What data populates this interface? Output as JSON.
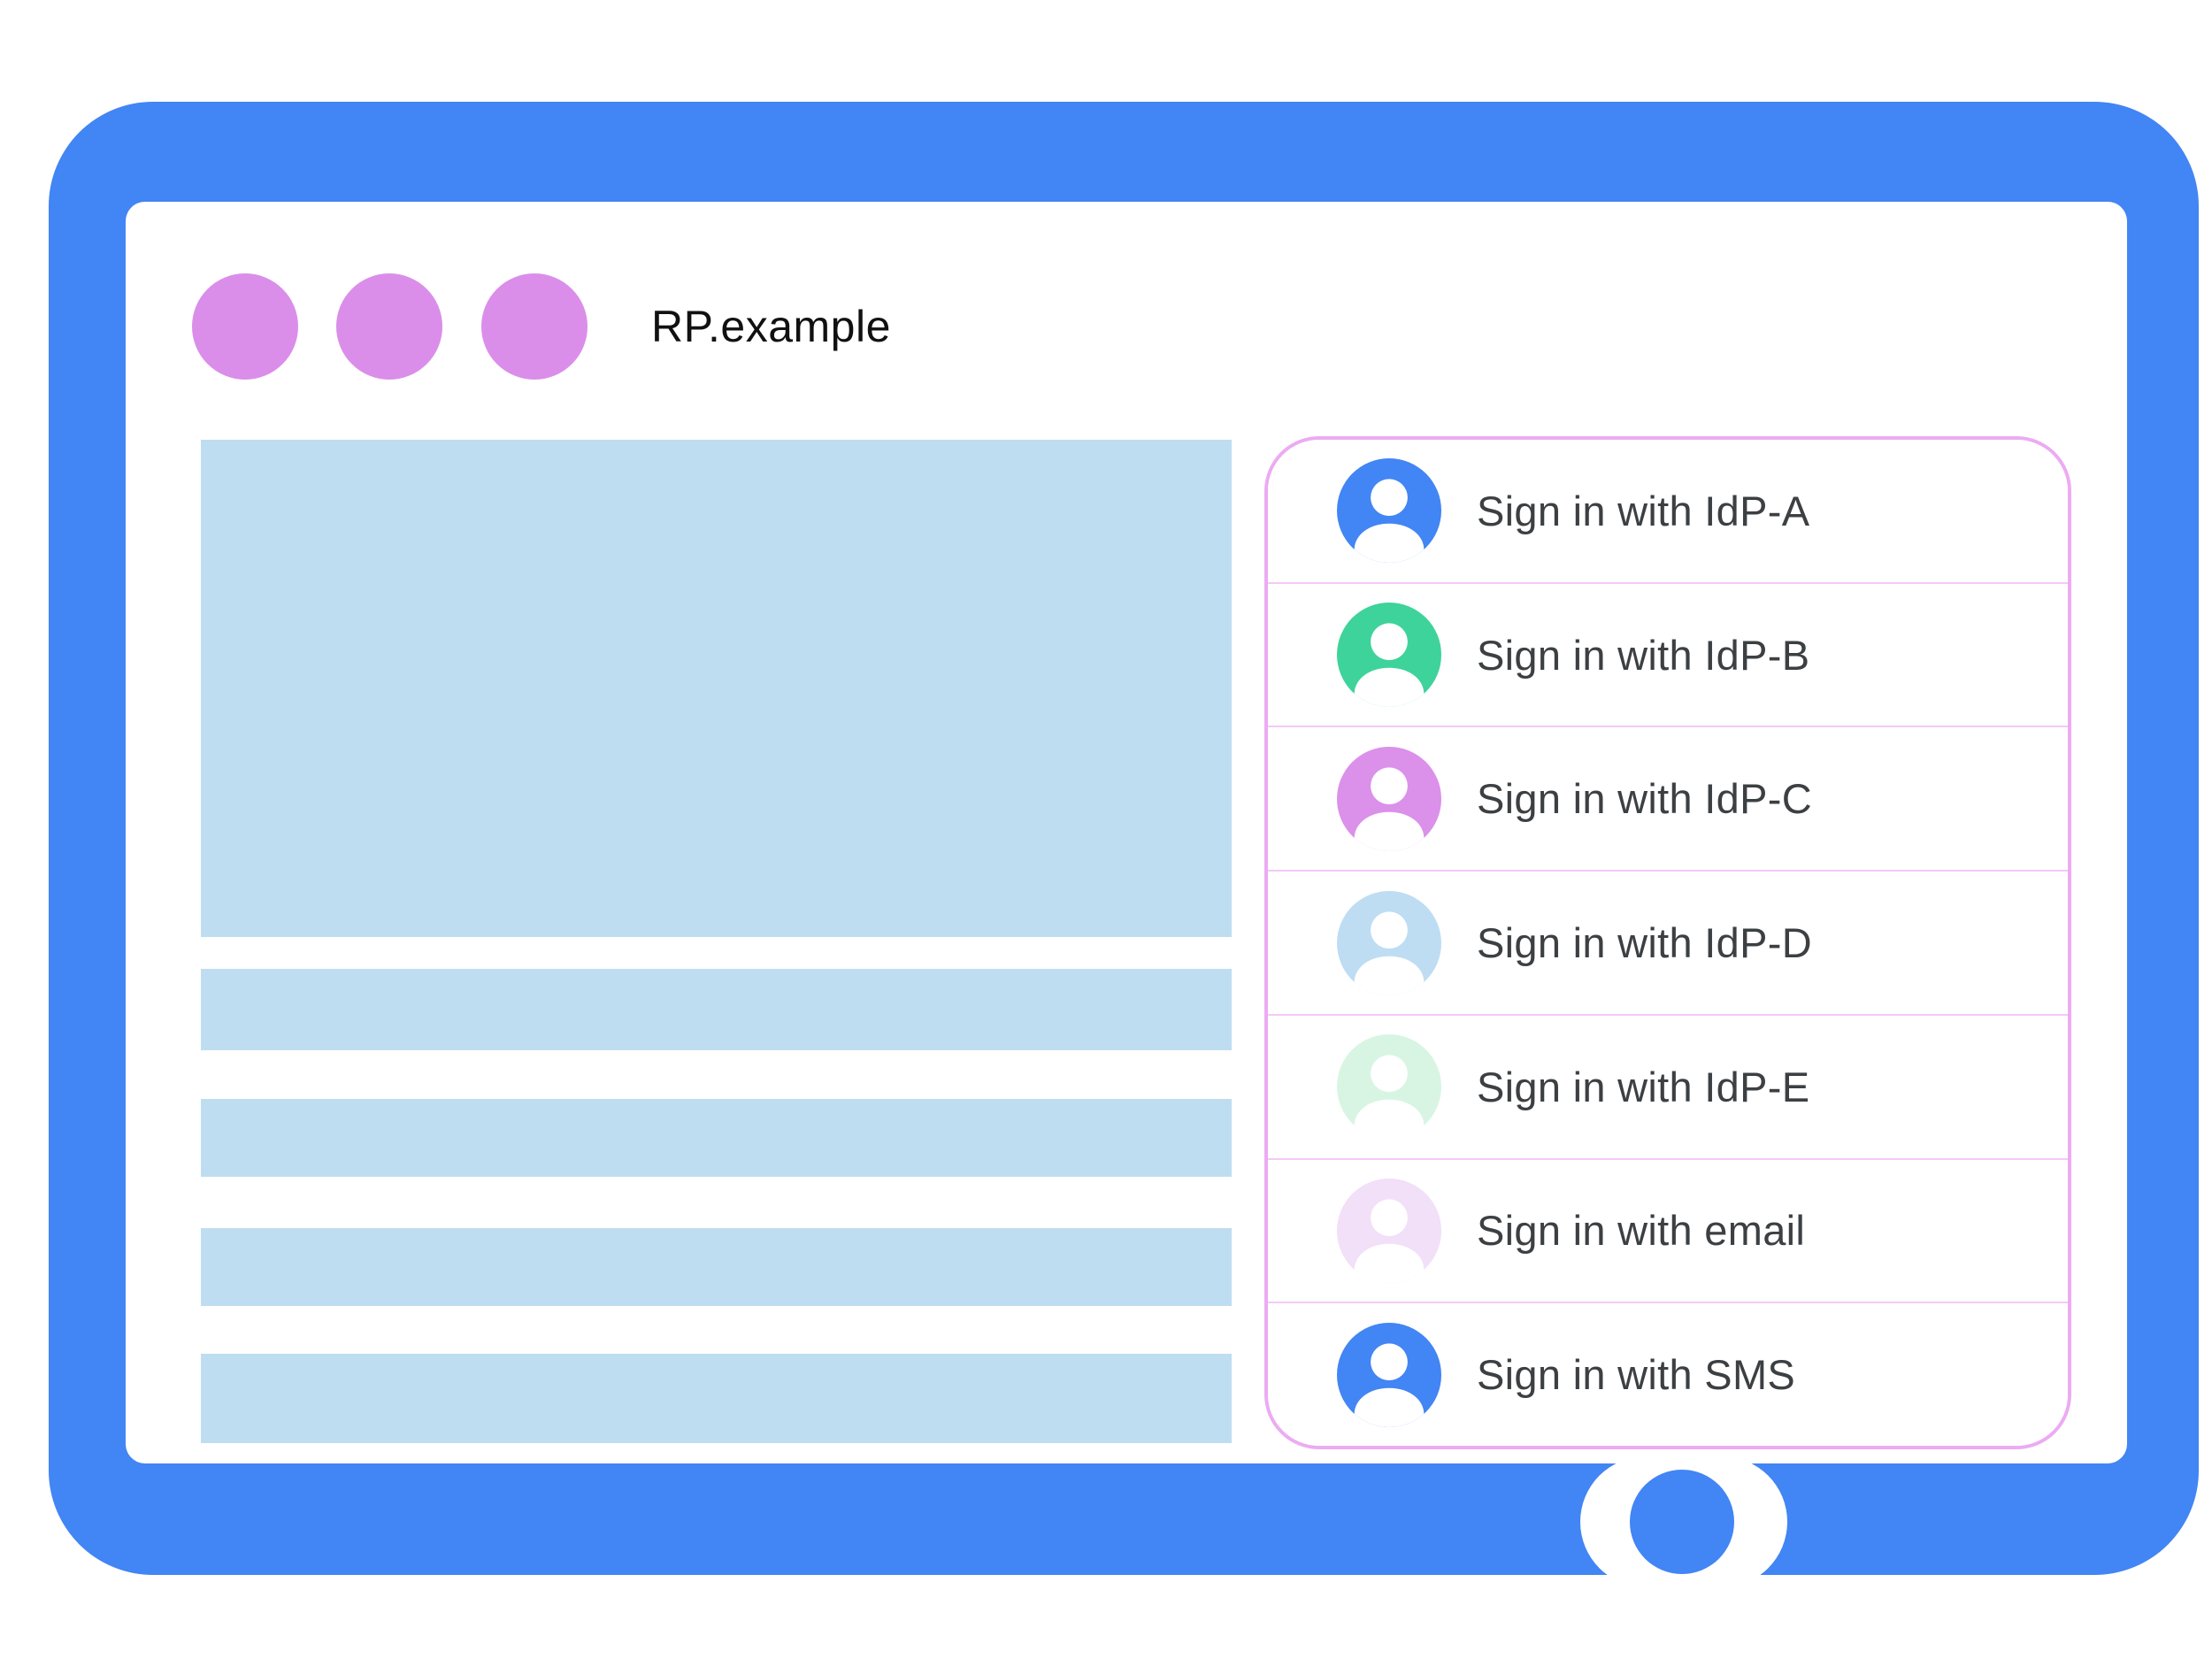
{
  "browser": {
    "site": "RP.example",
    "window_dots": 3
  },
  "signin": {
    "items": [
      {
        "label": "Sign in with IdP-A",
        "color": "#4285F4"
      },
      {
        "label": "Sign in with IdP-B",
        "color": "#3ED39A"
      },
      {
        "label": "Sign in with IdP-C",
        "color": "#DB90EA"
      },
      {
        "label": "Sign in with IdP-D",
        "color": "#BEDDF3"
      },
      {
        "label": "Sign in with IdP-E",
        "color": "#D8F5E3"
      },
      {
        "label": "Sign in with email",
        "color": "#F2DFF8"
      },
      {
        "label": "Sign in with SMS",
        "color": "#4285F4"
      }
    ]
  },
  "colors": {
    "frame_blue": "#4285F4",
    "placeholder_blue": "#BFDDF0",
    "window_dot_purple": "#DA8EE9",
    "panel_border": "#ECABF2",
    "divider": "#F4C9F7",
    "label_text": "#3C4043"
  }
}
